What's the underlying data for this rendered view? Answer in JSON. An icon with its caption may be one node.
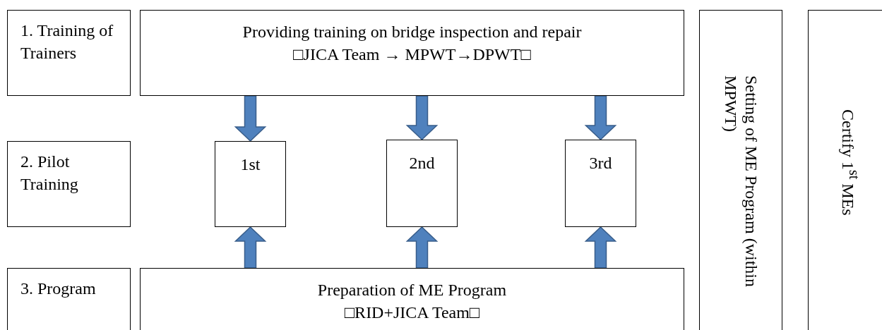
{
  "diagram": {
    "nodes": [
      {
        "text": [
          "1. Training of Trainers"
        ]
      },
      {
        "text": [
          "Providing training on bridge inspection and repair",
          "□JICA Team → MPWT→DPWT□"
        ]
      },
      {
        "text": [
          "2. Pilot Training"
        ]
      },
      {
        "text": [
          "1st"
        ]
      },
      {
        "text": [
          "2nd"
        ]
      },
      {
        "text": [
          "3rd"
        ]
      },
      {
        "text": [
          "3. Program"
        ]
      },
      {
        "text": [
          "Preparation of ME Program",
          "□RID+JICA Team□"
        ]
      },
      {
        "text": [
          "Setting of ME Program (within MPWT)"
        ]
      },
      {
        "text": [
          "Certify 1$^{st}$ MEs"
        ]
      }
    ],
    "edges": [
      {
        "from": 1,
        "to": 3,
        "arrow": "to",
        "style": "thick"
      },
      {
        "from": 1,
        "to": 4,
        "arrow": "to",
        "style": "thick"
      },
      {
        "from": 1,
        "to": 5,
        "arrow": "to",
        "style": "thick"
      },
      {
        "from": 7,
        "to": 3,
        "arrow": "to",
        "style": "thick"
      },
      {
        "from": 7,
        "to": 4,
        "arrow": "to",
        "style": "thick"
      },
      {
        "from": 7,
        "to": 5,
        "arrow": "to",
        "style": "thick"
      }
    ]
  }
}
